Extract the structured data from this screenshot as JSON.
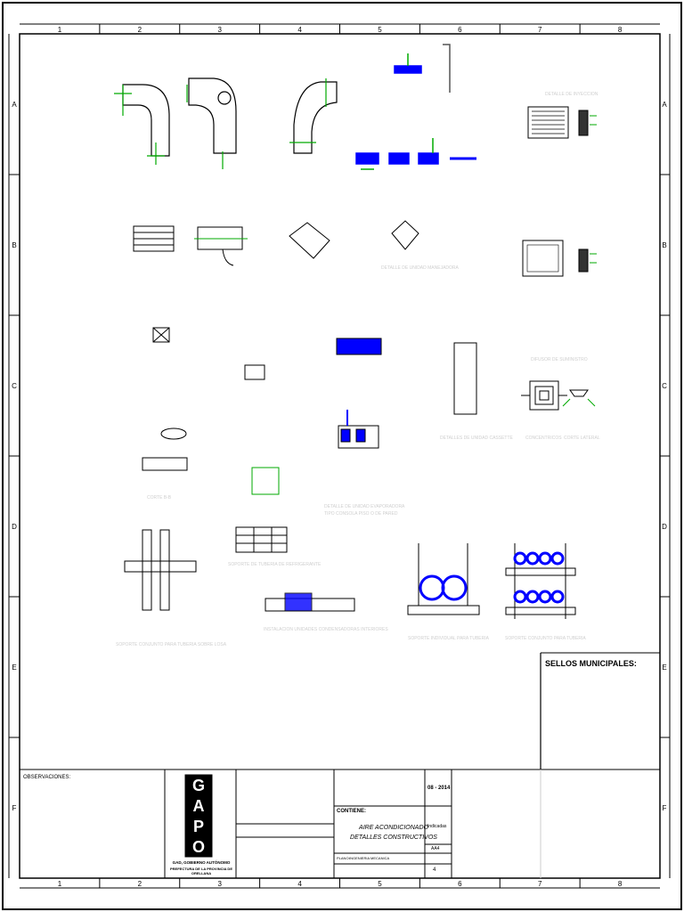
{
  "grid": {
    "columns": [
      "1",
      "2",
      "3",
      "4",
      "5",
      "6",
      "7",
      "8"
    ],
    "rows": [
      "A",
      "B",
      "C",
      "D",
      "E",
      "F"
    ]
  },
  "titleblock": {
    "sellos_label": "SELLOS MUNICIPALES:",
    "observaciones_label": "OBSERVACIONES:",
    "logo_letters": [
      "G",
      "A",
      "P",
      "O"
    ],
    "org_line1": "GAD, GOBIERNO AUTÓNOMO",
    "org_line2": "PREFECTURA DE LA PROVINCIA DE ORELLANA",
    "contiene_label": "CONTIENE:",
    "contiene_line1": "AIRE ACONDICIONADO",
    "contiene_line2": "DETALLES CONSTRUCTIVOS",
    "escala_value": "Indicadas",
    "fecha_value": "08 - 2014",
    "lamina_value": "AA4",
    "plano_value": "4",
    "plano_label": "PLANO:",
    "plano_text": "INGENIERIA MECANICA"
  },
  "labels": {
    "concentricos": "CONCENTRICOS",
    "corte_lateral": "CORTE LATERAL",
    "difusor": "DIFUSOR DE SUMINISTRO",
    "concentricos_b": "CONCENTRICOS",
    "detalle_inyeccion": "DETALLE DE INYECCION",
    "corte_bb": "CORTE B-B",
    "soporte_losa": "SOPORTE CONJUNTO PARA TUBERIA SOBRE LOSA",
    "soporte_individual": "SOPORTE INDIVIDUAL PARA TUBERIA",
    "soporte_conjunto": "SOPORTE CONJUNTO PARA TUBERIA",
    "soporte_refrig": "SOPORTE DE TUBERIA DE REFRIGERANTE",
    "instalacion": "INSTALACION UNIDADES CONDENSADORAS INTERIORES",
    "detalle_evap": "DETALLE DE UNIDAD EVAPORADORA",
    "detalle_evap2": "TIPO CONSOLA PISO O DE PARED",
    "detalle_cassette": "DETALLES DE UNIDAD CASSETTE",
    "detalle_manejadora": "DETALLE DE UNIDAD MANEJADORA"
  }
}
